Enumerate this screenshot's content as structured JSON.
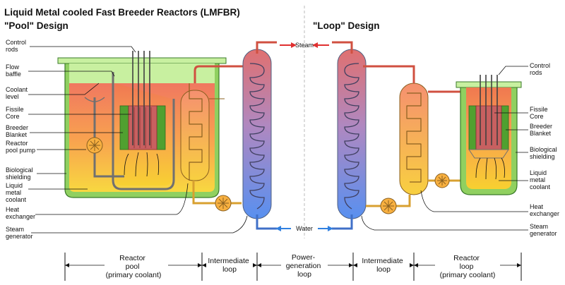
{
  "title": "Liquid Metal cooled Fast Breeder Reactors (LMFBR)",
  "pool_heading": "\"Pool\" Design",
  "loop_heading": "\"Loop\" Design",
  "steam": "Steam",
  "water": "Water",
  "pool_labels": {
    "control_rods": [
      "Control",
      "rods"
    ],
    "flow_baffle": [
      "Flow",
      "baffle"
    ],
    "coolant_level": [
      "Coolant",
      "level"
    ],
    "fissile_core": [
      "Fissile",
      "Core"
    ],
    "breeder_blanket": [
      "Breeder",
      "Blanket"
    ],
    "reactor_pool_pump": [
      "Reactor",
      "pool pump"
    ],
    "biological_shielding": [
      "Biological",
      "shielding"
    ],
    "liquid_metal_coolant": [
      "Liquid",
      "metal",
      "coolant"
    ],
    "heat_exchanger": [
      "Heat",
      "exchanger"
    ],
    "steam_generator": [
      "Steam",
      "generator"
    ]
  },
  "loop_labels": {
    "control_rods": [
      "Control",
      "rods"
    ],
    "fissile_core": [
      "Fissile",
      "Core"
    ],
    "breeder_blanket": [
      "Breeder",
      "Blanket"
    ],
    "biological_shielding": [
      "Biological",
      "shielding"
    ],
    "liquid_metal_coolant": [
      "Liquid",
      "metal",
      "coolant"
    ],
    "heat_exchanger": [
      "Heat",
      "exchanger"
    ],
    "steam_generator": [
      "Steam",
      "generator"
    ]
  },
  "sections": {
    "reactor_pool": [
      "Reactor",
      "pool",
      "(primary coolant)"
    ],
    "intermediate_loop_left": [
      "Intermediate",
      "loop"
    ],
    "power_generation_loop": [
      "Power-",
      "generation",
      "loop"
    ],
    "intermediate_loop_right": [
      "Intermediate",
      "loop"
    ],
    "reactor_loop": [
      "Reactor",
      "loop",
      "(primary coolant)"
    ]
  },
  "colors": {
    "hot_coolant": "#f08060",
    "warm_coolant": "#f8b850",
    "cool_coolant": "#f8d830",
    "cover_gas": "#c8f0a0",
    "shielding": "#90d060",
    "fuel": "#c86060",
    "blanket": "#50a030",
    "steam_arrow": "#e03030",
    "water_arrow": "#3080e0",
    "generator_top": "#e07070",
    "generator_bottom": "#6090f0"
  }
}
